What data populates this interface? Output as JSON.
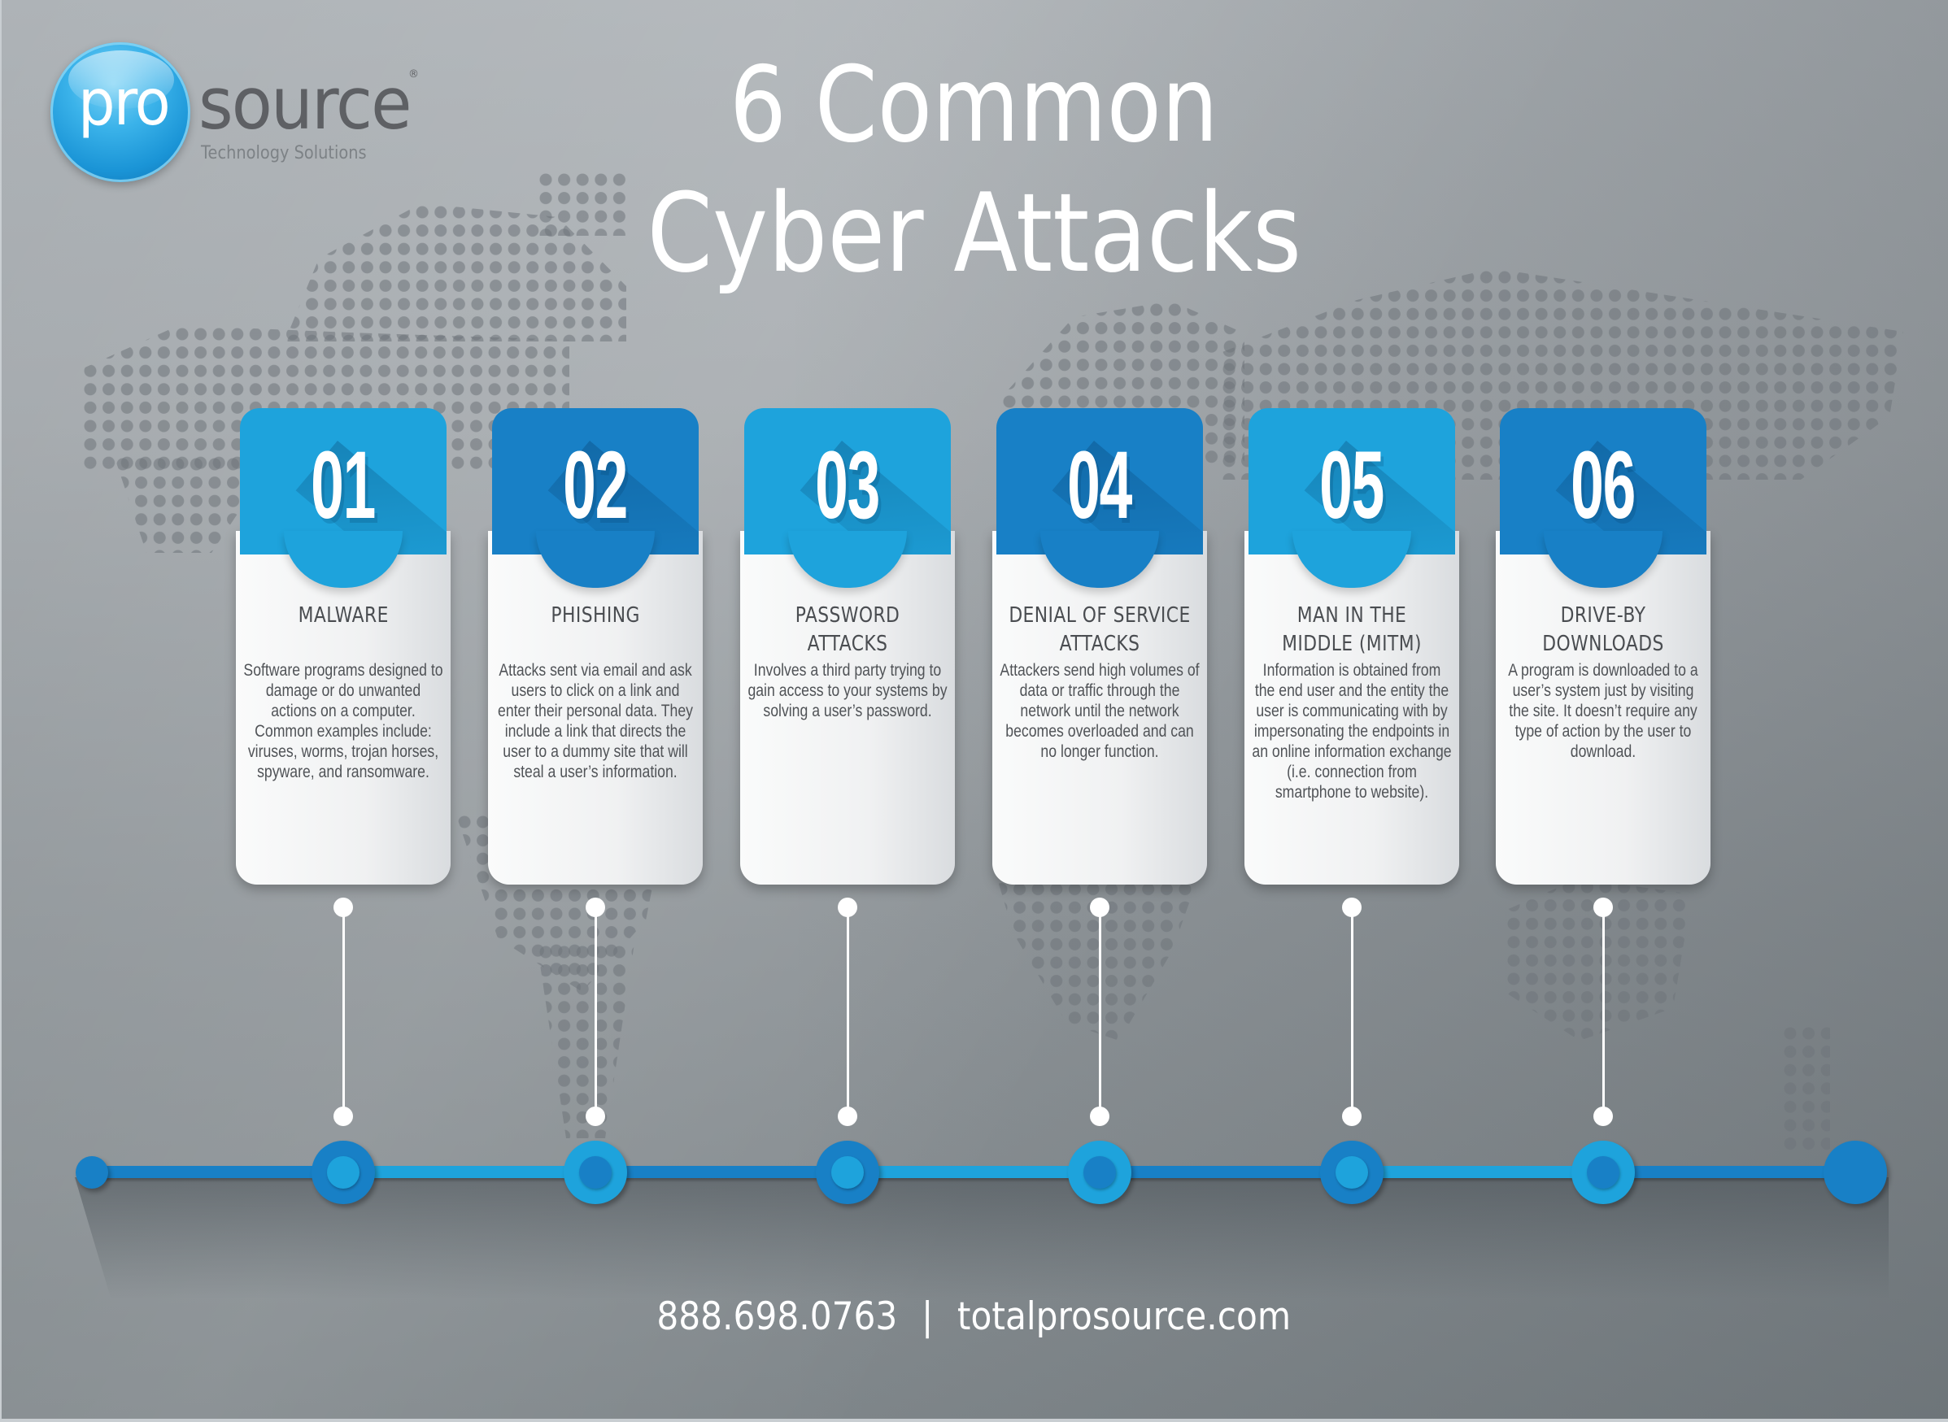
{
  "logo": {
    "pro": "pro",
    "source": "source",
    "registered": "®",
    "tagline": "Technology Solutions"
  },
  "title": {
    "line1": "6 Common",
    "line2": "Cyber Attacks"
  },
  "colors": {
    "accent_light": "#1ea3dc",
    "accent_dark": "#1880c6",
    "card_text": "#4a4d51",
    "background": "#a4a9ad"
  },
  "attacks": [
    {
      "number": "01",
      "title": "MALWARE",
      "description": "Software programs designed to damage or do unwanted actions on a computer. Common examples include: viruses, worms, trojan horses, spyware, and ransomware."
    },
    {
      "number": "02",
      "title": "PHISHING",
      "description": "Attacks sent via email and ask users to click on a link and enter their personal data. They include a link that directs the user to a dummy site that will steal a user’s information."
    },
    {
      "number": "03",
      "title": "PASSWORD ATTACKS",
      "description": "Involves a third party trying to gain access to your systems by solving a user’s password."
    },
    {
      "number": "04",
      "title": "DENIAL OF SERVICE ATTACKS",
      "description": "Attackers send high volumes of data or traffic through the network until the network becomes overloaded and can no longer function."
    },
    {
      "number": "05",
      "title": "MAN IN THE MIDDLE (MITM)",
      "description": "Information is obtained from the end user and the entity the user is communicating with by impersonating the endpoints in an online information exchange (i.e. connection from smartphone to website)."
    },
    {
      "number": "06",
      "title": "DRIVE-BY DOWNLOADS",
      "description": "A program is downloaded to a user’s system just by visiting the site. It doesn’t require any type of action by the user to download."
    }
  ],
  "footer": {
    "phone": "888.698.0763",
    "separator": "|",
    "website": "totalprosource.com"
  }
}
